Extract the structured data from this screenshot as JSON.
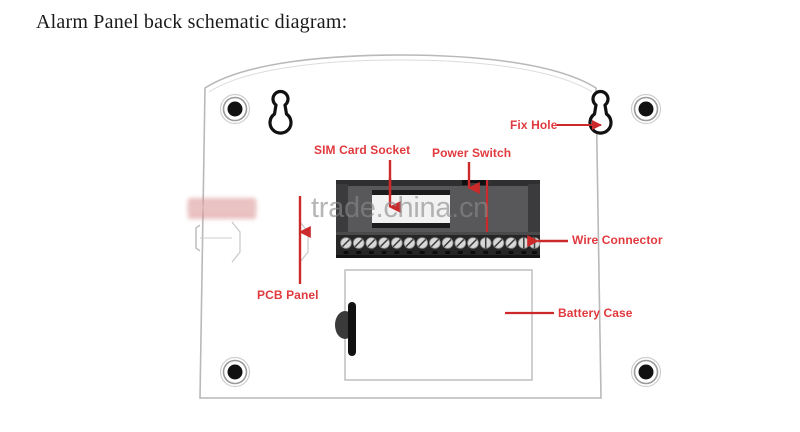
{
  "page": {
    "title": "Alarm Panel back schematic diagram:",
    "background_color": "#ffffff"
  },
  "colors": {
    "label_red": "#e0393e",
    "leader_red": "#cc2a2a",
    "panel_outline": "#b9b9b9",
    "pcb_dark": "#3a3a3a",
    "pcb_mid": "#5a5a5a",
    "terminal_body": "#2a2a2a",
    "screw_metal": "#d8d8d8",
    "battery_outline": "#b5b5b5",
    "hole_black": "#111111",
    "watermark_gray": "#8b8b8b"
  },
  "diagram": {
    "name": "alarm-panel-back-schematic",
    "labels": [
      {
        "id": "sim-card-socket",
        "text": "SIM Card Socket"
      },
      {
        "id": "power-switch",
        "text": "Power Switch"
      },
      {
        "id": "fix-hole",
        "text": "Fix Hole"
      },
      {
        "id": "wire-connector",
        "text": "Wire Connector"
      },
      {
        "id": "battery-case",
        "text": "Battery Case"
      },
      {
        "id": "pcb-panel",
        "text": "PCB Panel"
      }
    ],
    "components": {
      "panel_body": "alarm panel rear housing outline",
      "screw_holes": 4,
      "keyhole_mounts": 2,
      "terminal_screws": 16,
      "sim_slot": "white rectangular SIM card socket on PCB",
      "power_switch": "small black slide switch on PCB top edge",
      "battery_case": "rectangular battery compartment",
      "battery_latch": "dark vertical latch on left side of battery case",
      "side_notch": "notch cut into left edge of panel"
    }
  },
  "watermark": {
    "text": "trade.china.cn",
    "logo": "blurred-brand-logo"
  }
}
